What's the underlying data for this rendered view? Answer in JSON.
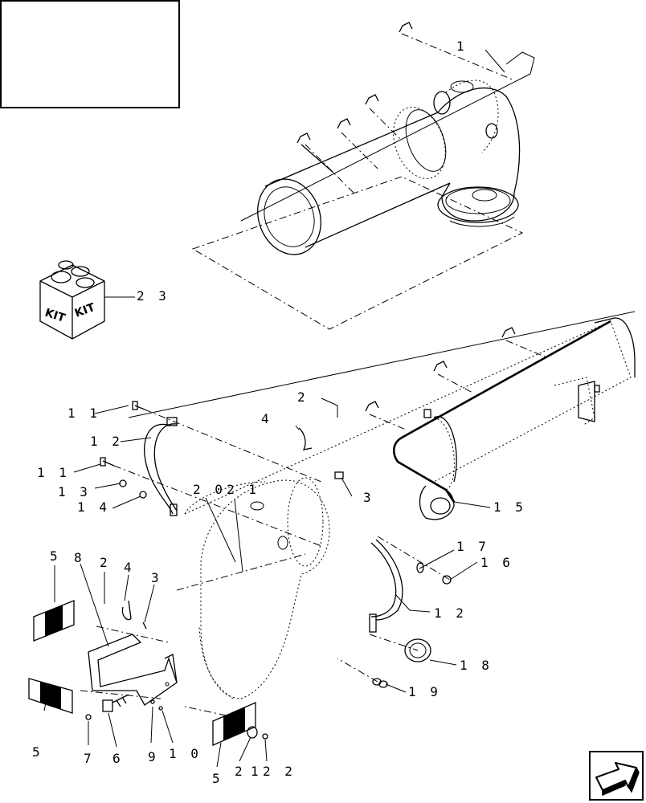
{
  "callouts": {
    "c1": "1",
    "c23": "2 3",
    "c2_upper": "2",
    "c4_upper": "4",
    "c3_upper": "3",
    "c11_top": "1 1",
    "c12_left": "1 2",
    "c11_mid": "1 1",
    "c13": "1 3",
    "c14": "1 4",
    "c20": "2 0",
    "c21_top": "2 1",
    "c15": "1 5",
    "c17": "1 7",
    "c16": "1 6",
    "c12_right": "1 2",
    "c18": "1 8",
    "c19": "1 9",
    "c5_top": "5",
    "c8": "8",
    "c2_lower": "2",
    "c4_lower": "4",
    "c3_lower": "3",
    "c5_mid": "5",
    "c7": "7",
    "c6": "6",
    "c9": "9",
    "c10": "1 0",
    "c5_bottom": "5",
    "c2_bottom": "2",
    "c1_bottom": "1",
    "c22": "2 2"
  },
  "kit_box": {
    "label_left": "KIT",
    "label_right": "KIT"
  },
  "icons": {
    "nav": "next-arrow-icon",
    "kit": "kit-box-icon"
  }
}
